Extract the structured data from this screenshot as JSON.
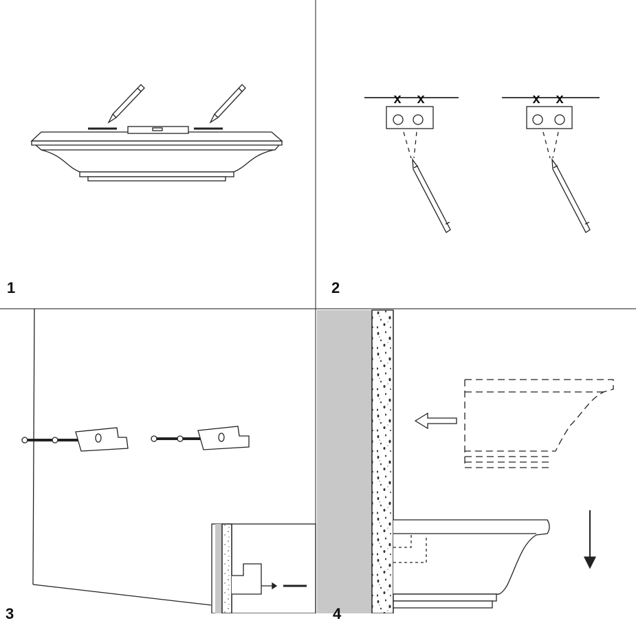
{
  "steps": [
    {
      "number": "1"
    },
    {
      "number": "2"
    },
    {
      "number": "3"
    },
    {
      "number": "4"
    }
  ],
  "marks": {
    "x": "x"
  },
  "colors": {
    "line": "#222222",
    "wall": "#c8c8c8",
    "background": "#ffffff"
  }
}
